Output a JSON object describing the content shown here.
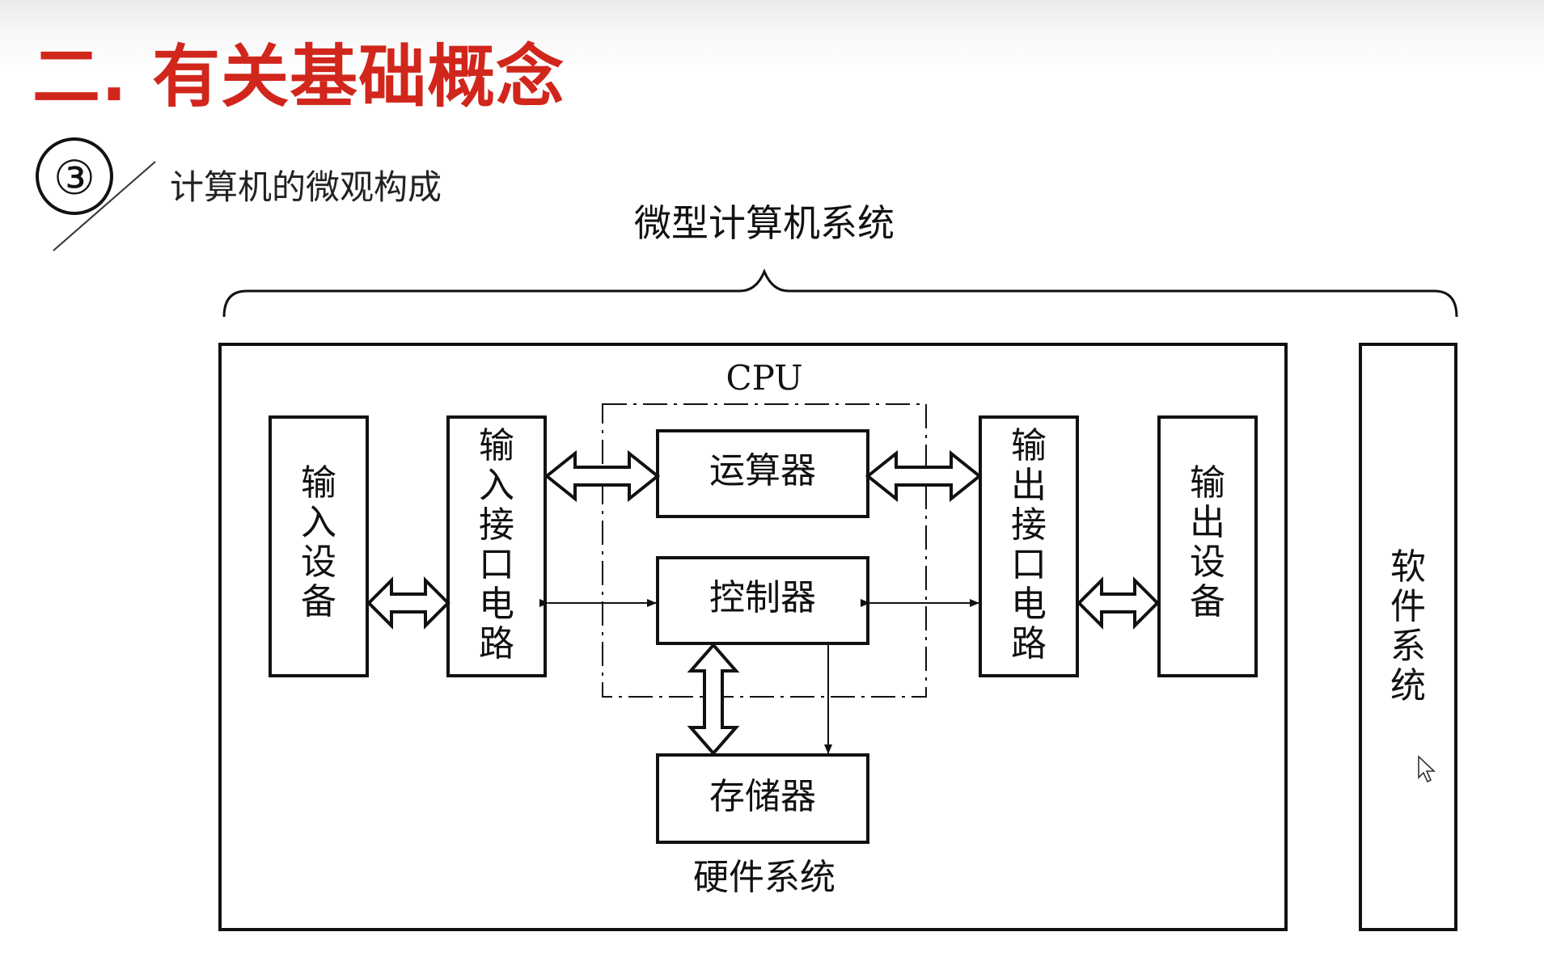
{
  "header": {
    "title": "二. 有关基础概念",
    "section_number": "③",
    "section_title": "计算机的微观构成"
  },
  "diagram": {
    "system_label": "微型计算机系统",
    "cpu_label": "CPU",
    "alu": "运算器",
    "control_unit": "控制器",
    "memory": "存储器",
    "input_device": "输入设备",
    "input_interface": "输入接口电路",
    "output_interface": "输出接口电路",
    "output_device": "输出设备",
    "hardware_label": "硬件系统",
    "software_label": "软件系统"
  },
  "colors": {
    "title": "#d1261c",
    "line": "#111111"
  }
}
